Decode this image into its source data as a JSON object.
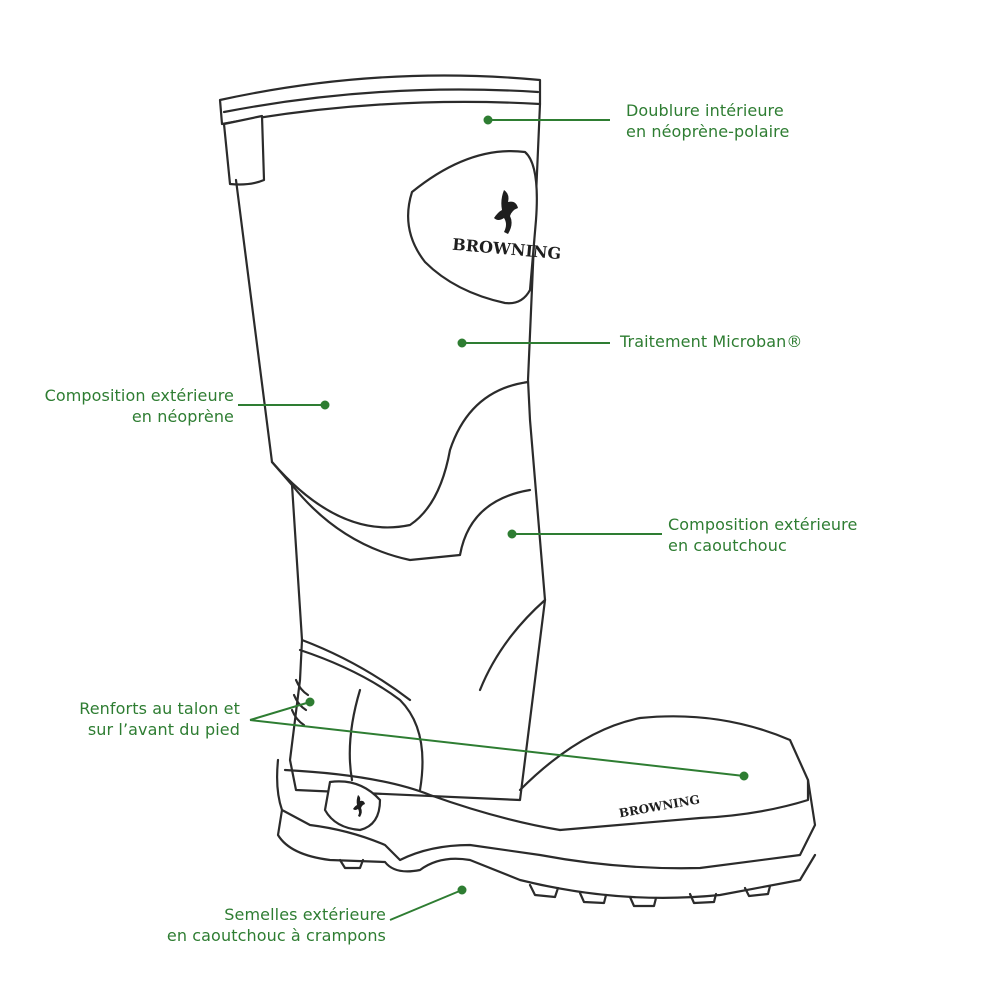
{
  "colors": {
    "accent": "#2e7d32",
    "line": "#2b2b2b",
    "background": "#ffffff"
  },
  "logo_text": "BROWNING",
  "callouts": [
    {
      "id": "doublure",
      "lines": [
        "Doublure intérieure",
        "en néoprène-polaire"
      ]
    },
    {
      "id": "microban",
      "lines": [
        "Traitement Microban®"
      ]
    },
    {
      "id": "neoprene",
      "lines": [
        "Composition extérieure",
        "en néoprène"
      ]
    },
    {
      "id": "caoutchouc",
      "lines": [
        "Composition extérieure",
        "en caoutchouc"
      ]
    },
    {
      "id": "renforts",
      "lines": [
        "Renforts au talon et",
        "sur l’avant du pied"
      ]
    },
    {
      "id": "semelles",
      "lines": [
        "Semelles extérieure",
        "en caoutchouc à crampons"
      ]
    }
  ]
}
